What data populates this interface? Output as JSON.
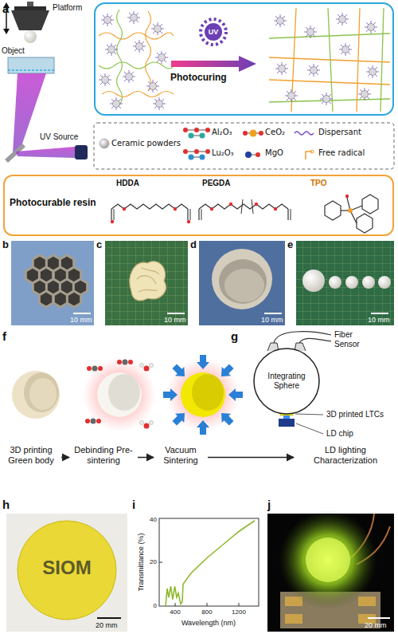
{
  "diagram": {
    "nodes": [
      {
        "text": [
          "Photocuring"
        ]
      },
      {
        "text": [
          "Photocurable resin",
          "HDDA",
          "PEGDA",
          "TPO"
        ]
      },
      {
        "text": [
          "3D printing Green body"
        ]
      },
      {
        "text": [
          "Debinding Pre-sintering"
        ]
      },
      {
        "text": [
          "Vacuum Sintering"
        ]
      },
      {
        "text": [
          "LD lighting Characterization"
        ]
      },
      {
        "text": [
          "Integrating Sphere"
        ]
      }
    ],
    "edges": [
      {
        "from": 2,
        "to": 3,
        "arrow": "to"
      },
      {
        "from": 3,
        "to": 4,
        "arrow": "to"
      },
      {
        "from": 4,
        "to": 5,
        "arrow": "to"
      }
    ],
    "labels": [
      "a",
      "Platform",
      "Object",
      "UV Source",
      "UV",
      "b",
      "10 mm",
      "c",
      "10 mm",
      "d",
      "10 mm",
      "e",
      "10 mm",
      "f",
      "g",
      "Fiber Sensor",
      "3D printed LTCs",
      "LD chip",
      "h",
      "SIOM",
      "20 mm",
      "i",
      "Transmittance (%)",
      "Wavelength (nm)",
      "400",
      "800",
      "1200",
      "0",
      "20",
      "40",
      "j",
      "20 mm"
    ],
    "legend": [
      {
        "text": "Ceramic powders"
      },
      {
        "text": "Al₂O₃"
      },
      {
        "text": "CeO₂"
      },
      {
        "text": "Lu₂O₃"
      },
      {
        "text": "MgO"
      },
      {
        "text": "Dispersant"
      },
      {
        "text": "Free radical"
      }
    ]
  }
}
